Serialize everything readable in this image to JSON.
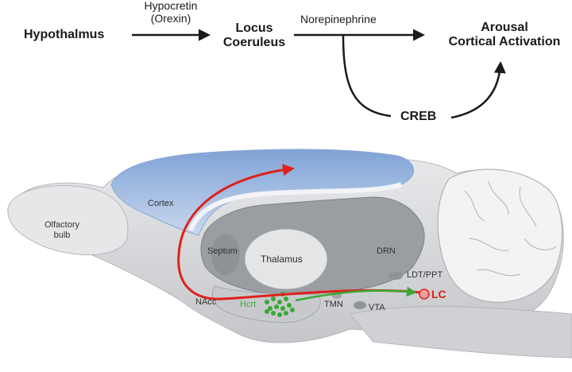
{
  "flow": {
    "hypothalamus": "Hypothalmus",
    "hypocretin_line1": "Hypocretin",
    "hypocretin_line2": "(Orexin)",
    "lc_line1": "Locus",
    "lc_line2": "Coeruleus",
    "norepinephrine": "Norepinephrine",
    "arousal_line1": "Arousal",
    "arousal_line2": "Cortical Activation",
    "creb": "CREB"
  },
  "brain_labels": {
    "olfactory_line1": "Olfactory",
    "olfactory_line2": "bulb",
    "cortex": "Cortex",
    "septum": "Septum",
    "thalamus": "Thalamus",
    "drn": "DRN",
    "ldt_ppt": "LDT/PPT",
    "nacc": "NAcc",
    "hcrt": "Hcrt",
    "tmn": "TMN",
    "vta": "VTA",
    "lc": "LC"
  },
  "colors": {
    "cortex": "#9fb8de",
    "tissue": "#d6d8db",
    "ventricle": "#8c8f93",
    "projection_red": "#e0211b",
    "projection_green": "#3aa935",
    "text": "#1a1a1a"
  }
}
